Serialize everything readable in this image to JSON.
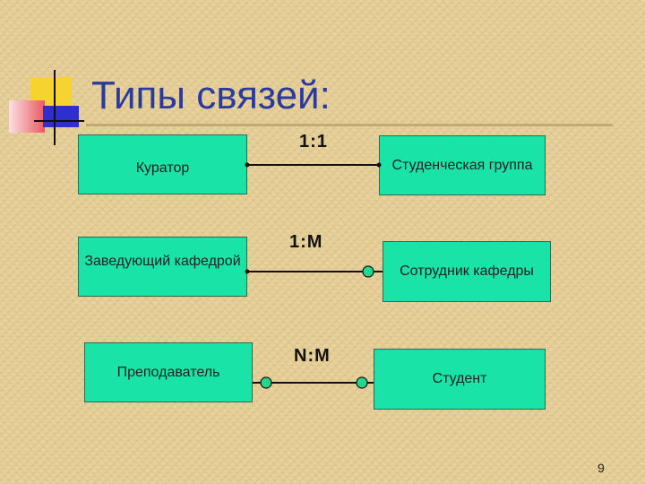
{
  "slide": {
    "title": "Типы связей:",
    "page_number": "9"
  },
  "entities": {
    "kurator": "Куратор",
    "zaveduyushchiy": "Заведующий кафедрой",
    "prepodavatel": "Преподаватель",
    "studencheskaya_gruppa": "Студенческая группа",
    "sotrudnik_kafedry": "Сотрудник кафедры",
    "student": "Студент"
  },
  "relationships": [
    {
      "label": "1:1",
      "from": "Куратор",
      "to": "Студенческая группа",
      "type": "one-to-one"
    },
    {
      "label": "1:M",
      "from": "Заведующий кафедрой",
      "to": "Сотрудник кафедры",
      "type": "one-to-many"
    },
    {
      "label": "N:M",
      "from": "Преподаватель",
      "to": "Студент",
      "type": "many-to-many"
    }
  ],
  "colors": {
    "entity_fill": "#19e3a6",
    "title": "#2a3a9e",
    "connector_many": "#22d88f"
  }
}
